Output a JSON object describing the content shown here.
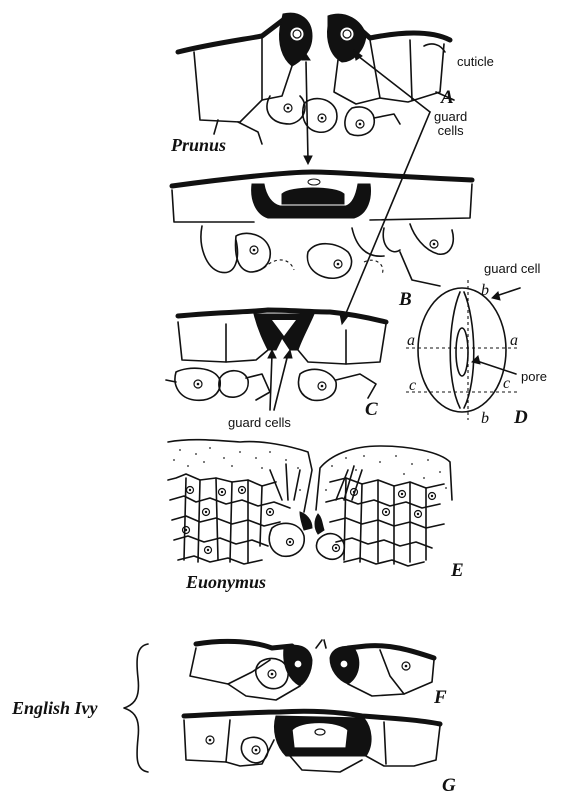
{
  "labels": {
    "cuticle": "cuticle",
    "guard_cells_top": "guard\ncells",
    "guard_cell": "guard cell",
    "pore": "pore",
    "guard_cells_bottom": "guard cells"
  },
  "panels": {
    "A": "A",
    "B": "B",
    "C": "C",
    "D": "D",
    "E": "E",
    "F": "F",
    "G": "G"
  },
  "section_lines": {
    "a_left": "a",
    "a_right": "a",
    "b_top": "b",
    "b_bottom": "b",
    "c_left": "c",
    "c_right": "c"
  },
  "plants": {
    "prunus": "Prunus",
    "euonymus": "Euonymus",
    "english_ivy": "English Ivy"
  }
}
